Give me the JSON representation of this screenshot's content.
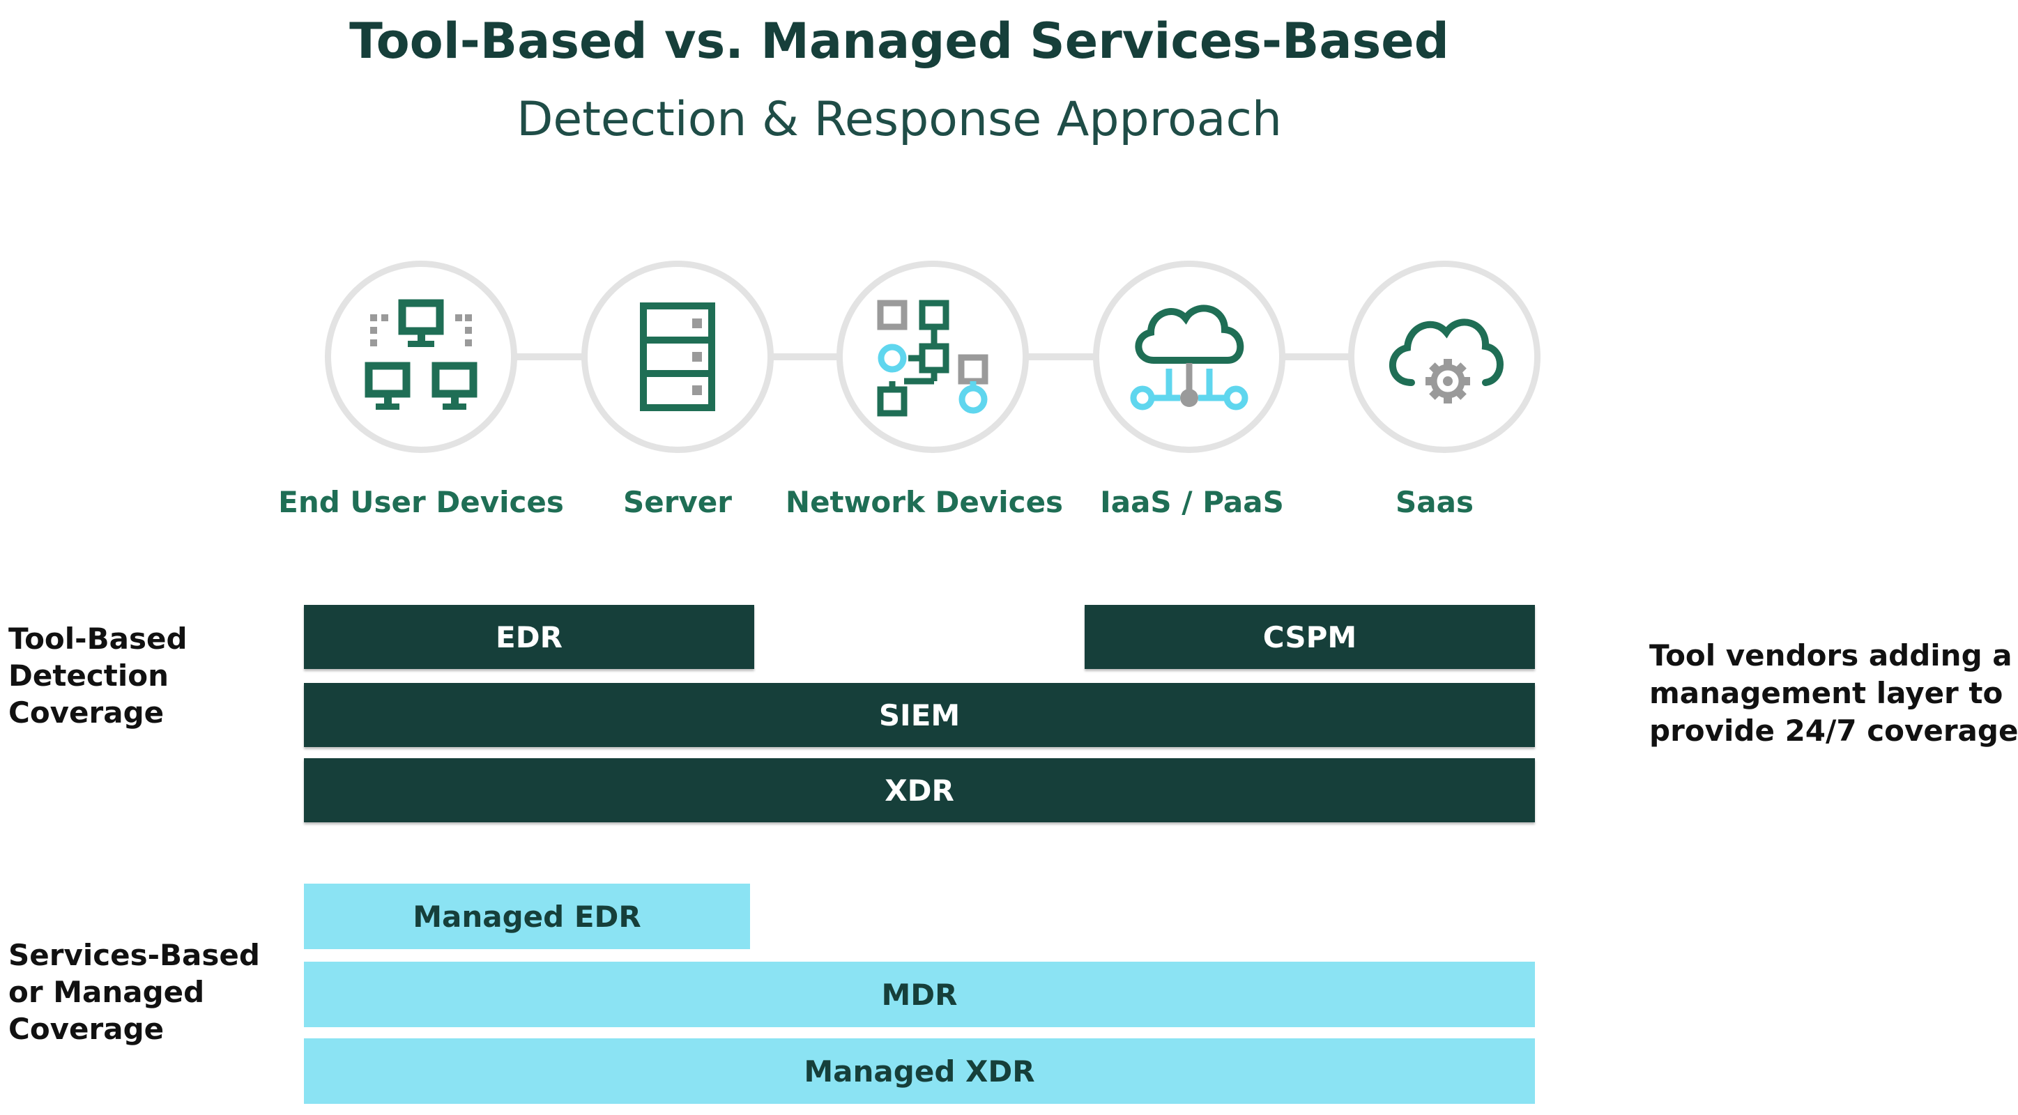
{
  "title": {
    "main": "Tool-Based vs. Managed Services-Based",
    "sub": "Detection & Response Approach"
  },
  "nodes": [
    {
      "label": "End User Devices",
      "icon": "network-devices-icon"
    },
    {
      "label": "Server",
      "icon": "server-icon"
    },
    {
      "label": "Network Devices",
      "icon": "network-topology-icon"
    },
    {
      "label": "IaaS / PaaS",
      "icon": "cloud-network-icon"
    },
    {
      "label": "Saas",
      "icon": "cloud-gear-icon"
    }
  ],
  "tool_based": {
    "label_lines": [
      "Tool-Based",
      "Detection",
      "Coverage"
    ],
    "bars": {
      "edr": "EDR",
      "cspm": "CSPM",
      "siem": "SIEM",
      "xdr": "XDR"
    }
  },
  "services_based": {
    "label_lines": [
      "Services-Based",
      "or Managed",
      "Coverage"
    ],
    "bars": {
      "managed_edr": "Managed EDR",
      "mdr": "MDR",
      "managed_xdr": "Managed XDR"
    }
  },
  "note_lines": [
    "Tool vendors adding a",
    "management layer to",
    "provide 24/7 coverage"
  ],
  "colors": {
    "dark_teal": "#163f3a",
    "green": "#1f6e55",
    "light_cyan": "#8be3f3",
    "accent_cyan": "#5fd6ee",
    "gray": "#9a9a9a",
    "circle_gray": "#e3e3e3"
  }
}
